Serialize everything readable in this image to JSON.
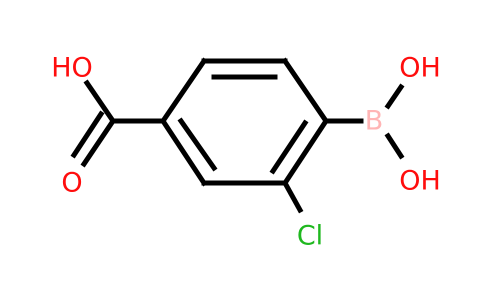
{
  "atoms": {
    "carboxylic_oh": "HO",
    "carbonyl_o": "O",
    "boron": "B",
    "boronic_oh_upper": "OH",
    "boronic_oh_lower": "OH",
    "chlorine": "Cl"
  },
  "colors": {
    "bond": "#000000",
    "oxygen": "#ff0d0d",
    "boron": "#ffb5b5",
    "chlorine": "#1fb81f"
  }
}
